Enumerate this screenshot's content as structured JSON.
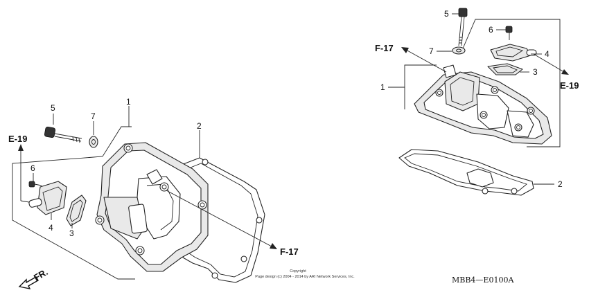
{
  "diagram": {
    "left_group": {
      "callouts": [
        "1",
        "2",
        "3",
        "4",
        "5",
        "6",
        "7"
      ],
      "refs": {
        "e19": "E-19",
        "f17": "F-17"
      }
    },
    "right_group": {
      "callouts": [
        "1",
        "2",
        "3",
        "4",
        "5",
        "6",
        "7"
      ],
      "refs": {
        "f17": "F-17",
        "e19": "E-19"
      }
    },
    "front_label": "FR.",
    "copyright_line1": "Copyright",
    "copyright_line2": "Page design (c) 2004 - 2014 by ARI Network Services, Inc.",
    "diagram_code": "MBB4—E0100A"
  }
}
